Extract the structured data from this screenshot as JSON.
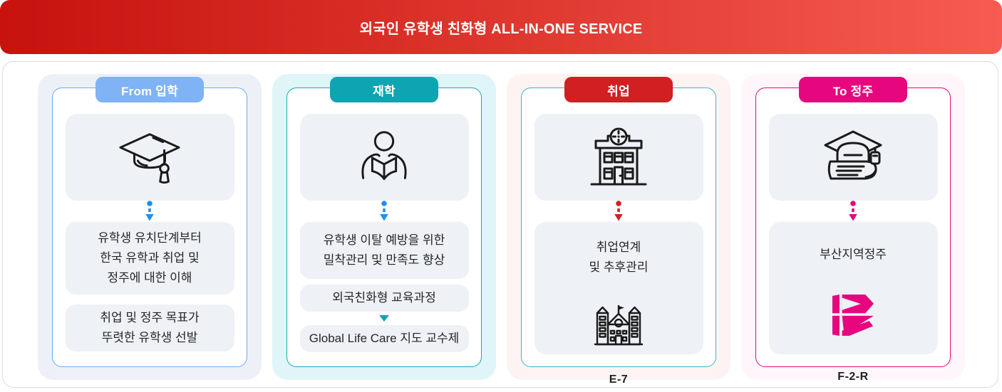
{
  "banner": {
    "title": "외국인 유학생 친화형 ALL-IN-ONE SERVICE"
  },
  "theme": {
    "banner_gradient": [
      "#c7120e",
      "#f75b52"
    ],
    "box_bg": "#eef1f6",
    "text_color": "#262626",
    "frame_border": "#dcdcde"
  },
  "columns": [
    {
      "key": "admission",
      "badge": "From 입학",
      "icon": "graduation-cap-icon",
      "accent": "#7fb3f5",
      "card_border": "#6fa7f0",
      "arrow_color": "#1e8ff2",
      "panel_bg": "#edf0f7",
      "boxes": [
        "유학생 유치단계부터\n한국 유학과 취업 및\n정주에 대한 이해",
        "취업 및 정주 목표가\n뚜렷한 유학생 선발"
      ]
    },
    {
      "key": "enrolled",
      "badge": "재학",
      "icon": "person-reading-icon",
      "accent": "#0ea5b2",
      "card_border": "#16a9b4",
      "arrow_color": "#1e8ff2",
      "panel_bg": "#dff5f8",
      "boxes": [
        "유학생 이탈 예방을 위한\n밀착관리 및 만족도 향상",
        "외국친화형 교육과정",
        "Global Life Care 지도 교수제"
      ]
    },
    {
      "key": "employment",
      "badge": "취업",
      "icon": "office-building-clock-icon",
      "accent": "#d21f22",
      "card_border": "#35b8c4",
      "arrow_color": "#d21f22",
      "panel_bg": "#fdf3f3",
      "box_text": "취업연계\n및 추후관리",
      "sub_icon": "university-building-icon",
      "code": "E-7"
    },
    {
      "key": "settlement",
      "badge": "To 정주",
      "icon": "diploma-graduation-icon",
      "accent": "#e6077f",
      "card_border": "#e6077f",
      "arrow_color": "#e6077f",
      "panel_bg": "#fef6fa",
      "box_text": "부산지역정주",
      "sub_icon": "busan-b-logo",
      "code": "F-2-R"
    }
  ]
}
